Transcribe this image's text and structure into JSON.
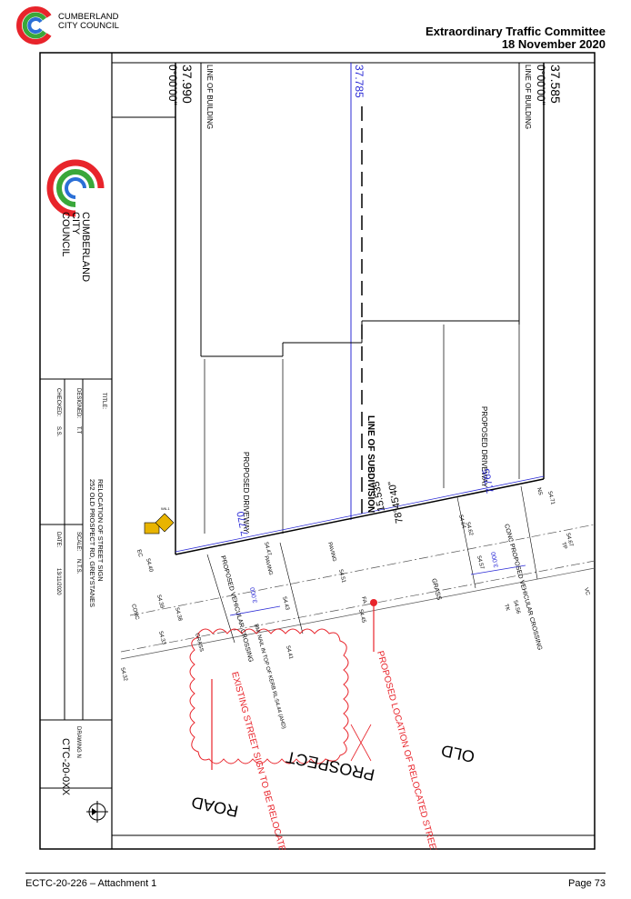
{
  "header": {
    "org_line1": "CUMBERLAND",
    "org_line2": "CITY COUNCIL",
    "committee": "Extraordinary Traffic Committee",
    "date": "18 November 2020"
  },
  "footer": {
    "reference": "ECTC-20-226 – Attachment 1",
    "page": "Page 73"
  },
  "drawing": {
    "logo": {
      "line1": "CUMBERLAND",
      "line2": "CITY",
      "line3": "COUNCIL"
    },
    "title_label": "TITLE:",
    "title_line1": "252 OLD PROSPECT RD, GREYSTANES",
    "title_line2": "RELOCATION OF STREET SIGN",
    "designed_label": "DESIGNED:",
    "designed_value": "T.T",
    "checked_label": "CHECKED:",
    "checked_value": "S.S.",
    "scale_label": "SCALE:",
    "scale_value": "N.T.S.",
    "date_label": "DATE:",
    "date_value": "13/11/2020",
    "drawing_no_label": "DRAWING N",
    "drawing_no": "CTC-20-0XX",
    "dims": {
      "left_len": "37.990",
      "left_bearing": "0°00'00\"",
      "mid_len": "37.785",
      "right_len": "37.585",
      "right_bearing": "0°00'00\"",
      "front_left": "7.770",
      "front_mid": "15.535",
      "front_bearing": "78°45'40\"",
      "front_right": "7.765",
      "drive_a": "3.000",
      "drive_b": "3.000"
    },
    "labels": {
      "building_line": "LINE OF BUILDING",
      "subdivision_line": "LINE OF SUBDIVISION",
      "driveway": "PROPOSED DRIVEWAY",
      "crossing": "PROPOSED VEHICULAR CROSSING",
      "crossing_conc": "CONC PROPOSED VEHICULAR CROSSING",
      "paving": "PAVING",
      "grass": "GRASS",
      "conc": "CONC",
      "nail": "BM: NAIL IN TOP OF KERB RL:54.44 (AHD)",
      "pit": "TP",
      "road_old": "OLD",
      "road_prospect": "PROSPECT",
      "road_road": "ROAD",
      "existing_sign": "EXISTING STREET SIGN TO BE RELOCATED",
      "proposed_sign": "PROPOSED LOCATION OF RELOCATED STREET SIGN",
      "sign_code": "W6-1"
    },
    "levels": [
      "54.40",
      "54.39",
      "54.38",
      "54.33",
      "54.32",
      "54.47",
      "54.43",
      "54.41",
      "54.45",
      "54.51",
      "54.64",
      "54.62",
      "54.57",
      "54.71",
      "54.67",
      "54.56",
      "EC",
      "NS",
      "TK",
      "VC",
      "FA"
    ]
  },
  "colors": {
    "red": "#e8242b",
    "blue": "#2b2bd6",
    "green": "#3aa73a"
  }
}
